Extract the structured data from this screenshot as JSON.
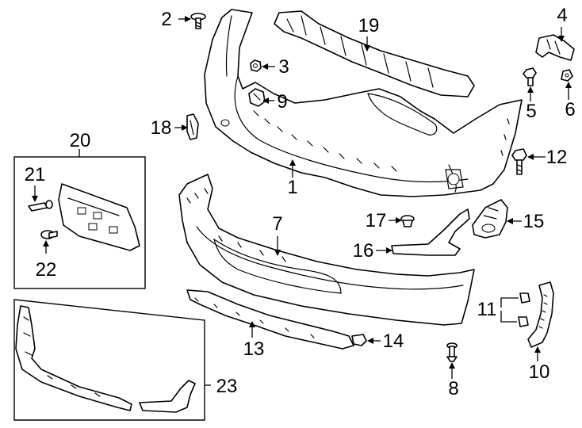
{
  "callouts": {
    "c1": "1",
    "c2": "2",
    "c3": "3",
    "c4": "4",
    "c5": "5",
    "c6": "6",
    "c7": "7",
    "c8": "8",
    "c9": "9",
    "c10": "10",
    "c11": "11",
    "c12": "12",
    "c13": "13",
    "c14": "14",
    "c15": "15",
    "c16": "16",
    "c17": "17",
    "c18": "18",
    "c19": "19",
    "c20": "20",
    "c21": "21",
    "c22": "22",
    "c23": "23"
  },
  "colors": {
    "line": "#000000",
    "background": "#ffffff"
  }
}
